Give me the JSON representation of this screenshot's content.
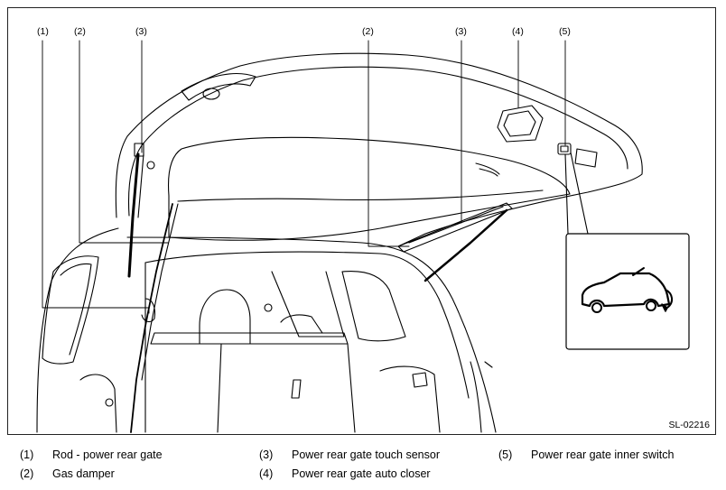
{
  "figure": {
    "id": "SL-02216",
    "callouts": [
      "(1)",
      "(2)",
      "(3)",
      "(2)",
      "(3)",
      "(4)",
      "(5)"
    ]
  },
  "legend": [
    {
      "number": "(1)",
      "text": "Rod - power rear gate"
    },
    {
      "number": "(2)",
      "text": "Gas damper"
    },
    {
      "number": "(3)",
      "text": "Power rear gate touch sensor"
    },
    {
      "number": "(4)",
      "text": "Power rear gate auto closer"
    },
    {
      "number": "(5)",
      "text": "Power rear gate inner switch"
    }
  ]
}
